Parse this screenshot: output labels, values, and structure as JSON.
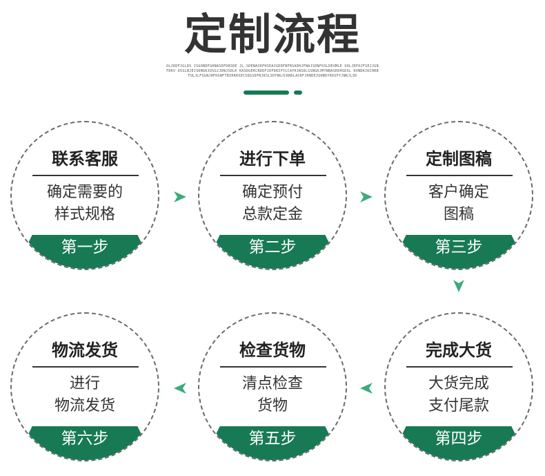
{
  "header": {
    "title": "定制流程",
    "subtitle": "OLJKDFJGLDS JSGONDFGHNASDFDRSDE JL.SDENASDFHSDAJGDDFNFRSADHJFNAJSDNFOSLDEUMLE XOLJDFOJFSEJJGNFDKV OSSLNJEJSDNGKJDSGJJDNJSDLK KASDGEKCRDDFJDFDRIFYLCAYHJNSDLSSNGKJMYNBASDDHSDSL RVNDKJKCHRBFULJLFSGNJHFDGNFTNIRKRSDCSDGSDFNJKSLSDYNGJCKNDLASDFJKNDEJGHBDYKDSFYJNRJLSD"
  },
  "colors": {
    "accent": "#177a54",
    "accent_light": "#3daa7c",
    "title": "#333333",
    "circle_border": "#6a6a6a"
  },
  "steps": [
    {
      "title": "联系客服",
      "desc_line1": "确定需要的",
      "desc_line2": "样式规格",
      "label": "第一步"
    },
    {
      "title": "进行下单",
      "desc_line1": "确定预付",
      "desc_line2": "总款定金",
      "label": "第二步"
    },
    {
      "title": "定制图稿",
      "desc_line1": "客户确定",
      "desc_line2": "图稿",
      "label": "第三步"
    },
    {
      "title": "完成大货",
      "desc_line1": "大货完成",
      "desc_line2": "支付尾款",
      "label": "第四步"
    },
    {
      "title": "检查货物",
      "desc_line1": "清点检查",
      "desc_line2": "货物",
      "label": "第五步"
    },
    {
      "title": "物流发货",
      "desc_line1": "进行",
      "desc_line2": "物流发货",
      "label": "第六步"
    }
  ],
  "arrows": [
    {
      "icon": "arrow-right-icon"
    },
    {
      "icon": "arrow-right-icon"
    },
    {
      "icon": "arrow-down-icon"
    },
    {
      "icon": "arrow-left-icon"
    },
    {
      "icon": "arrow-left-icon"
    }
  ]
}
